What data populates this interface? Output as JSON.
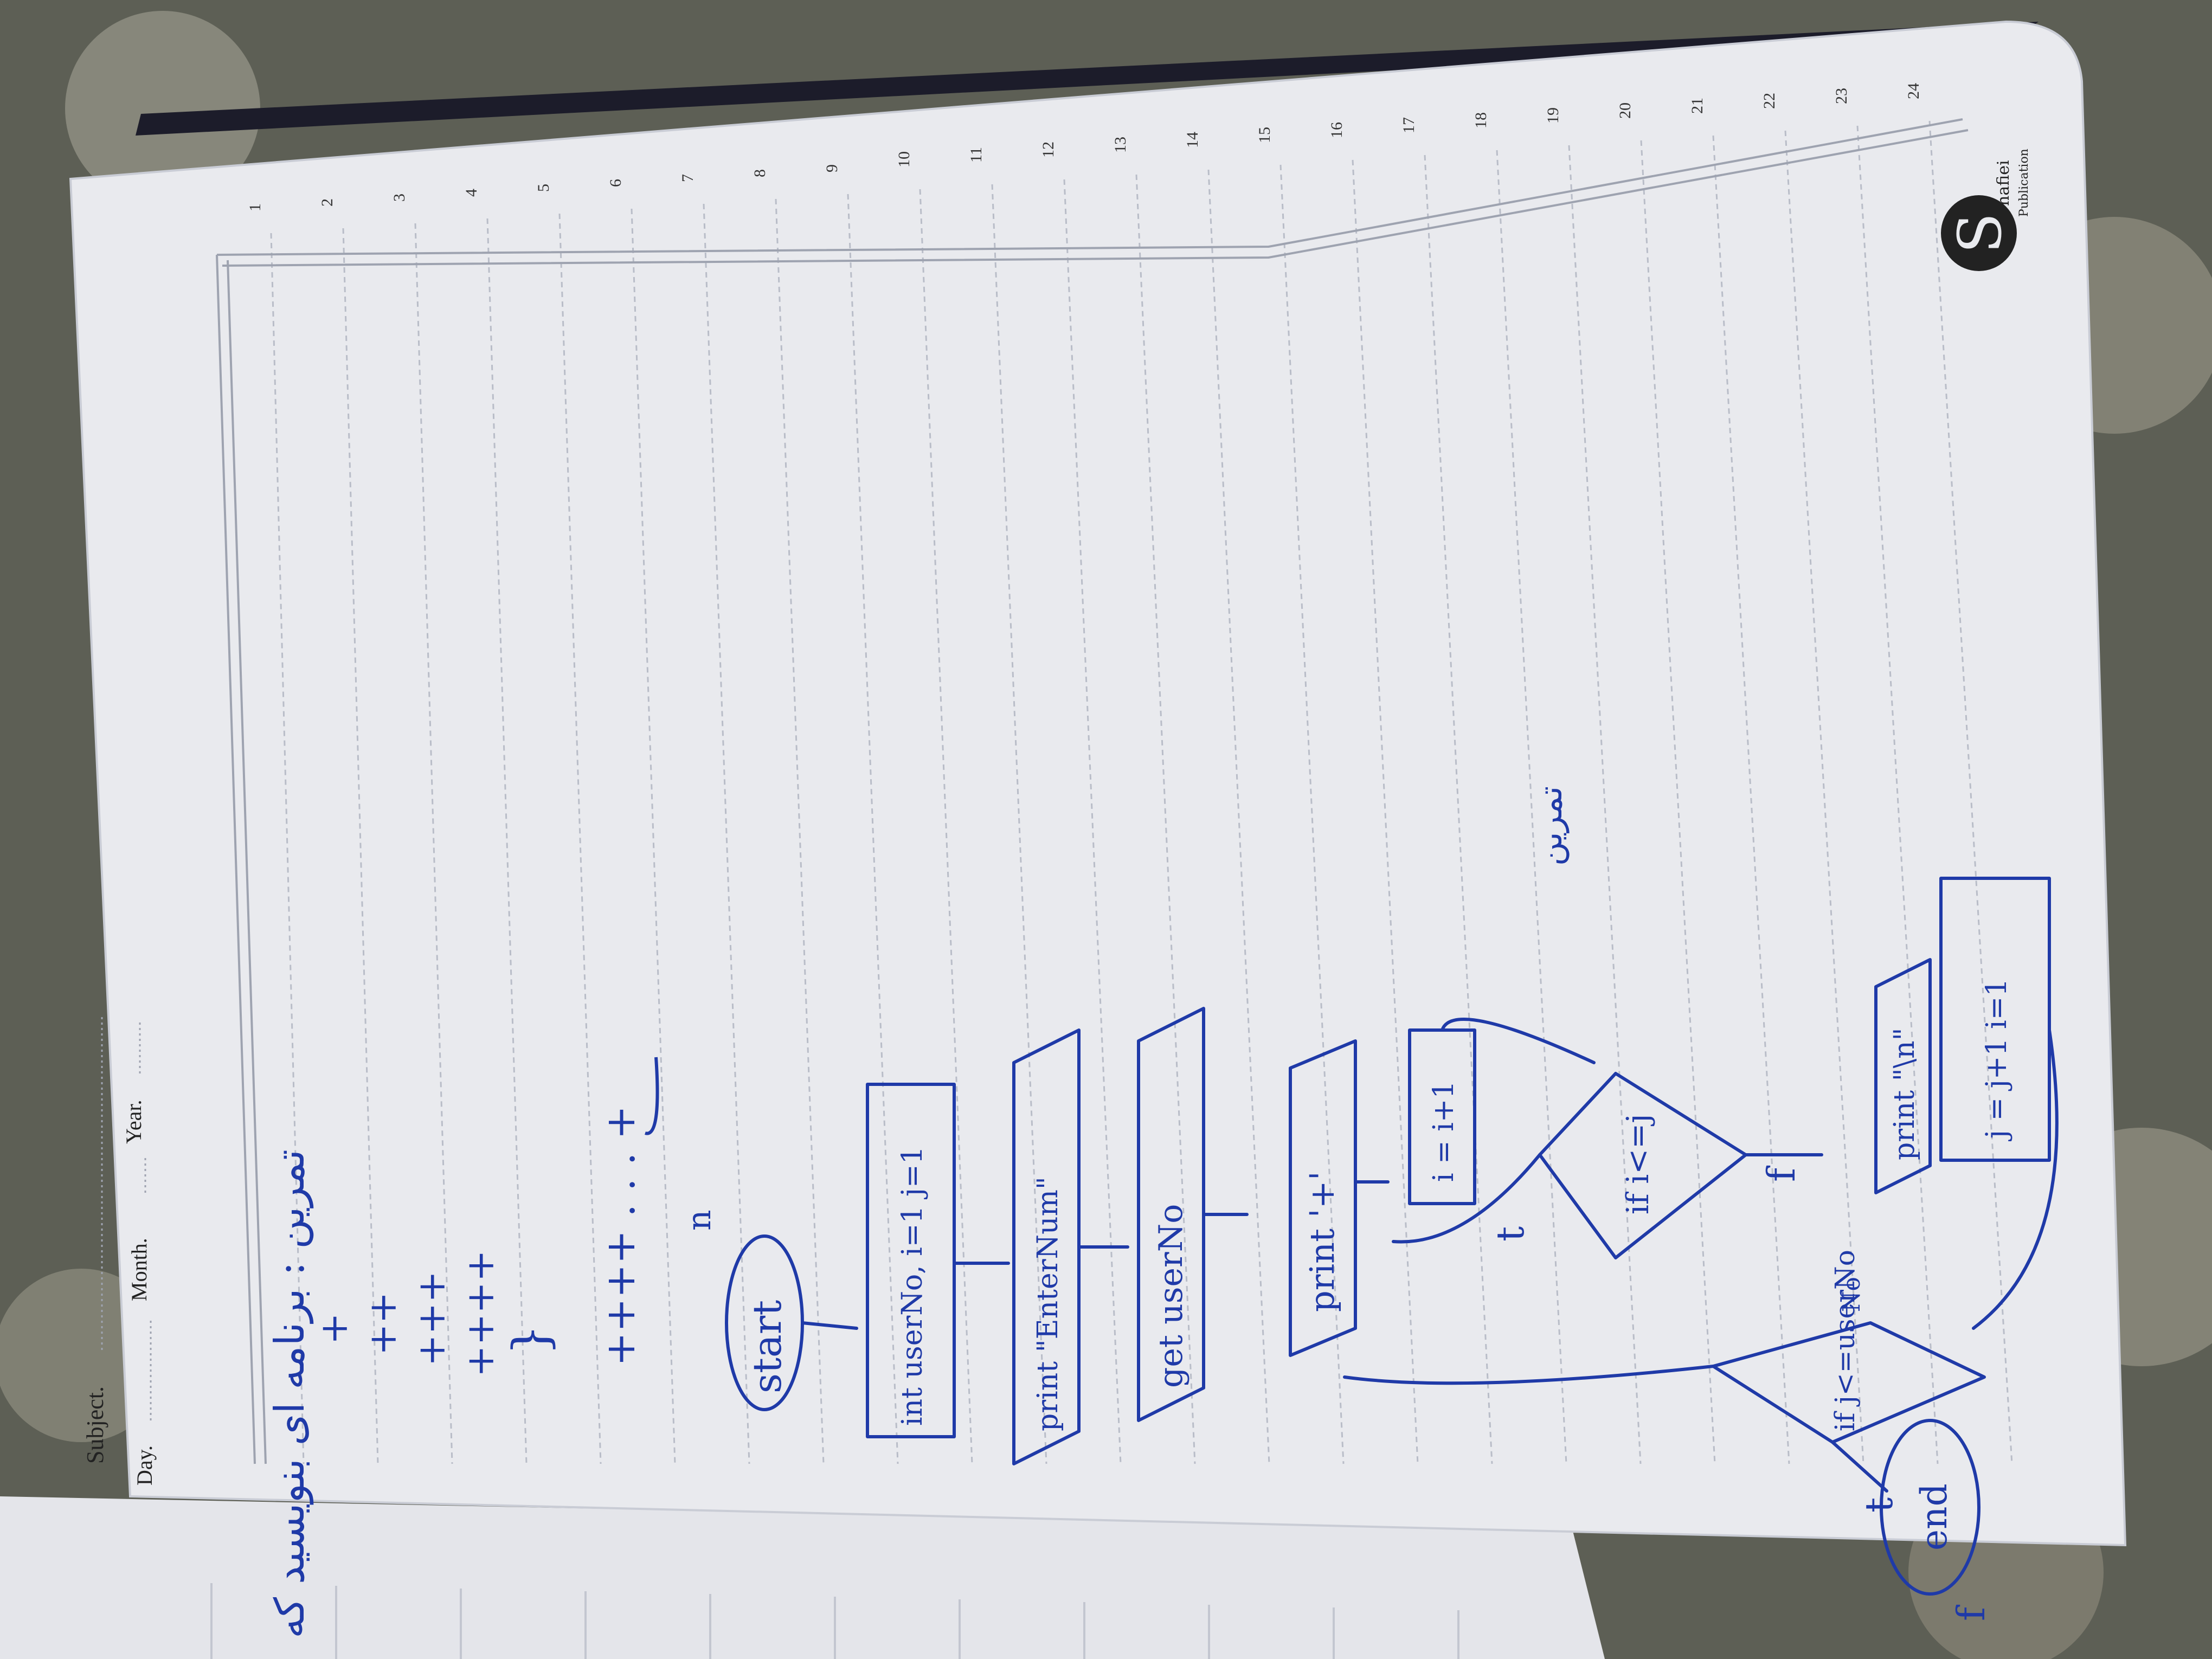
{
  "header": {
    "subject_label": "Subject.",
    "day_label": "Day.",
    "month_label": "Month.",
    "year_label": "Year."
  },
  "line_numbers": [
    "1",
    "2",
    "3",
    "4",
    "5",
    "6",
    "7",
    "8",
    "9",
    "10",
    "11",
    "12",
    "13",
    "14",
    "15",
    "16",
    "17",
    "18",
    "19",
    "20",
    "21",
    "22",
    "23",
    "24"
  ],
  "publisher": {
    "mark": "S",
    "name_line1": "hafiei",
    "name_line2": "Publication"
  },
  "colors": {
    "ink": "#1f3aa8",
    "paper": "#e9eaee",
    "rule": "#b9bdc8",
    "background": "#5d5f55"
  },
  "notes": {
    "pattern": [
      "+",
      "++",
      "+++",
      "++++",
      "}",
      "++++ . . . +",
      "n"
    ],
    "title_fa": "تمرین : برنامه ای بنویسید که",
    "footnote_fa": "تمرین"
  },
  "flowchart": {
    "start": "start",
    "init": "int userNo, i=1 j=1",
    "prompt": "print \"EnterNum\"",
    "input": "get userNo",
    "print_plus": "print '+'",
    "increment_i": "i = i+1",
    "cond_i": "if i<=j",
    "cond_j": "if j<=userNo",
    "newline": "print \"\\n\"",
    "increment_j": "j = j+1  i=1",
    "end": "end",
    "label_t1": "t",
    "label_f1": "f",
    "label_t2": "t",
    "label_f2": "f",
    "label_no": "No"
  }
}
